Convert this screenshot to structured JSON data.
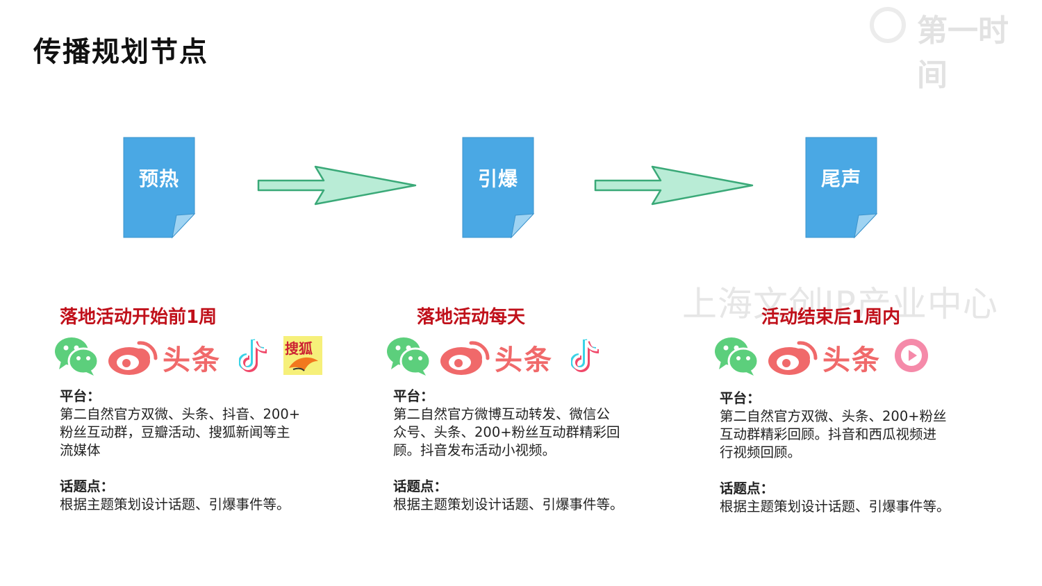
{
  "page": {
    "title": "传播规划节点"
  },
  "brand": {
    "corner_logo_text": "第一时间",
    "watermark": "上海文创IP产业中心"
  },
  "colors": {
    "node_blue": "#4aa8e4",
    "arrow_fill": "#b9ecd6",
    "arrow_stroke": "#3aa978",
    "phase_red": "#c0101a",
    "wechat": "#5ccf7c",
    "weibo": "#f0696a",
    "toutiao": "#f0696a"
  },
  "nodes": [
    {
      "label": "预热"
    },
    {
      "label": "引爆"
    },
    {
      "label": "尾声"
    }
  ],
  "phases": [
    {
      "timing": "落地活动开始前1周",
      "icons": [
        "wechat-icon",
        "weibo-icon",
        "toutiao-logo",
        "douyin-icon",
        "sohu-icon"
      ],
      "toutiao_text": "头条",
      "sohu_text": "搜狐",
      "platform_heading": "平台：",
      "platform_lines": [
        "第二自然官方双微、头条、抖音、200+",
        "粉丝互动群，豆瓣活动、搜狐新闻等主",
        "流媒体"
      ],
      "topic_heading": "话题点：",
      "topic_text": "根据主题策划设计话题、引爆事件等。"
    },
    {
      "timing": "落地活动每天",
      "icons": [
        "wechat-icon",
        "weibo-icon",
        "toutiao-logo",
        "douyin-icon"
      ],
      "toutiao_text": "头条",
      "platform_heading": "平台：",
      "platform_lines": [
        "第二自然官方微博互动转发、微信公",
        "众号、头条、200+粉丝互动群精彩回",
        "顾。抖音发布活动小视频。"
      ],
      "topic_heading": "话题点：",
      "topic_text": "根据主题策划设计话题、引爆事件等。"
    },
    {
      "timing": "活动结束后1周内",
      "icons": [
        "wechat-icon",
        "weibo-icon",
        "toutiao-logo",
        "xigua-video-icon"
      ],
      "toutiao_text": "头条",
      "platform_heading": "平台：",
      "platform_lines": [
        "第二自然官方双微、头条、200+粉丝",
        "互动群精彩回顾。抖音和西瓜视频进",
        "行视频回顾。"
      ],
      "topic_heading": "话题点：",
      "topic_text": "根据主题策划设计话题、引爆事件等。"
    }
  ]
}
